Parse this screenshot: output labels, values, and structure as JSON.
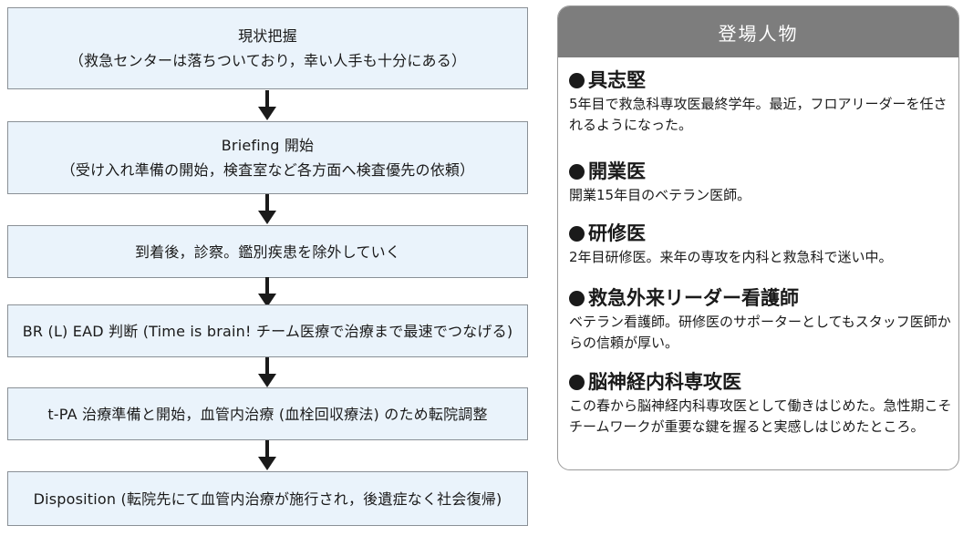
{
  "flow": {
    "steps": [
      {
        "line1": "現状把握",
        "line2": "（救急センターは落ちついており，幸い人手も十分にある）"
      },
      {
        "line1": "Briefing 開始",
        "line2": "（受け入れ準備の開始，検査室など各方面へ検査優先の依頼）"
      },
      {
        "line1": "到着後，診察。鑑別疾患を除外していく"
      },
      {
        "line1": "BR (L) EAD 判断 (Time is brain! チーム医療で治療まで最速でつなげる)"
      },
      {
        "line1": "t-PA 治療準備と開始，血管内治療 (血栓回収療法) のため転院調整"
      },
      {
        "line1": "Disposition (転院先にて血管内治療が施行され，後遺症なく社会復帰)"
      }
    ]
  },
  "cast": {
    "title": "登場人物",
    "people": [
      {
        "name": "具志堅",
        "desc": "5年目で救急科専攻医最終学年。最近，フロアリーダーを任されるようになった。"
      },
      {
        "name": "開業医",
        "desc": "開業15年目のベテラン医師。"
      },
      {
        "name": "研修医",
        "desc": "2年目研修医。来年の専攻を内科と救急科で迷い中。"
      },
      {
        "name": "救急外来リーダー看護師",
        "desc": "ベテラン看護師。研修医のサポーターとしてもスタッフ医師からの信頼が厚い。"
      },
      {
        "name": "脳神経内科専攻医",
        "desc": "この春から脳神経内科専攻医として働きはじめた。急性期こそチームワークが重要な鍵を握ると実感しはじめたところ。"
      }
    ]
  }
}
